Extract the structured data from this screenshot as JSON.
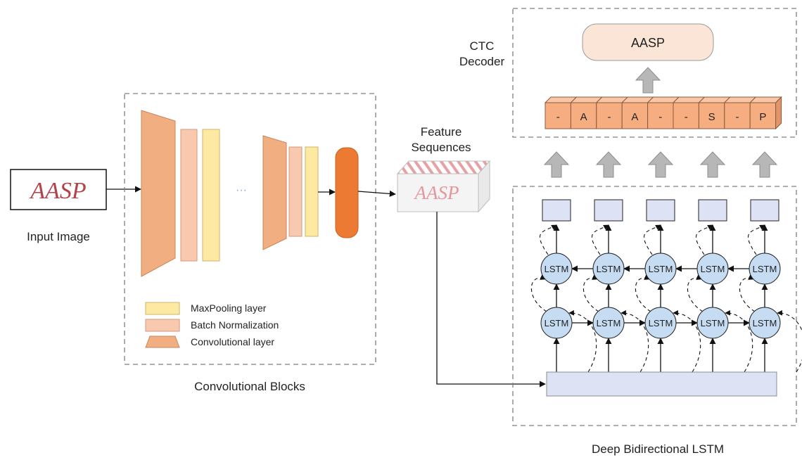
{
  "input": {
    "image_text": "AASP",
    "label": "Input Image"
  },
  "conv_blocks": {
    "label": "Convolutional Blocks",
    "ellipsis": "···",
    "legend": [
      {
        "text": "MaxPooling layer",
        "swatch": "#fde9a2"
      },
      {
        "text": "Batch Normalization",
        "swatch": "#f8c9ae"
      },
      {
        "text": "Convolutional layer",
        "swatch": "#f1ae80"
      }
    ]
  },
  "feature": {
    "label_line1": "Feature",
    "label_line2": "Sequences",
    "image_text": "AASP"
  },
  "ctc": {
    "label_line1": "CTC",
    "label_line2": "Decoder",
    "output": "AASP",
    "sequence": [
      "-",
      "A",
      "-",
      "A",
      "-",
      "-",
      "S",
      "-",
      "P"
    ]
  },
  "lstm": {
    "label": "Deep Bidirectional LSTM",
    "cell_label": "LSTM",
    "columns": 5
  },
  "colors": {
    "conv": "#f1ae80",
    "batchnorm": "#f8c9ae",
    "maxpool": "#fde9a2",
    "final_conv": "#ec7a33",
    "decoder_cell": "#f6ad80",
    "output_box": "#fbe5d6",
    "lstm": "#c6dcf2",
    "state_box": "#dde3f5",
    "arrow_fill": "#b7b7b7",
    "dashed_border": "#7f7f7f"
  }
}
